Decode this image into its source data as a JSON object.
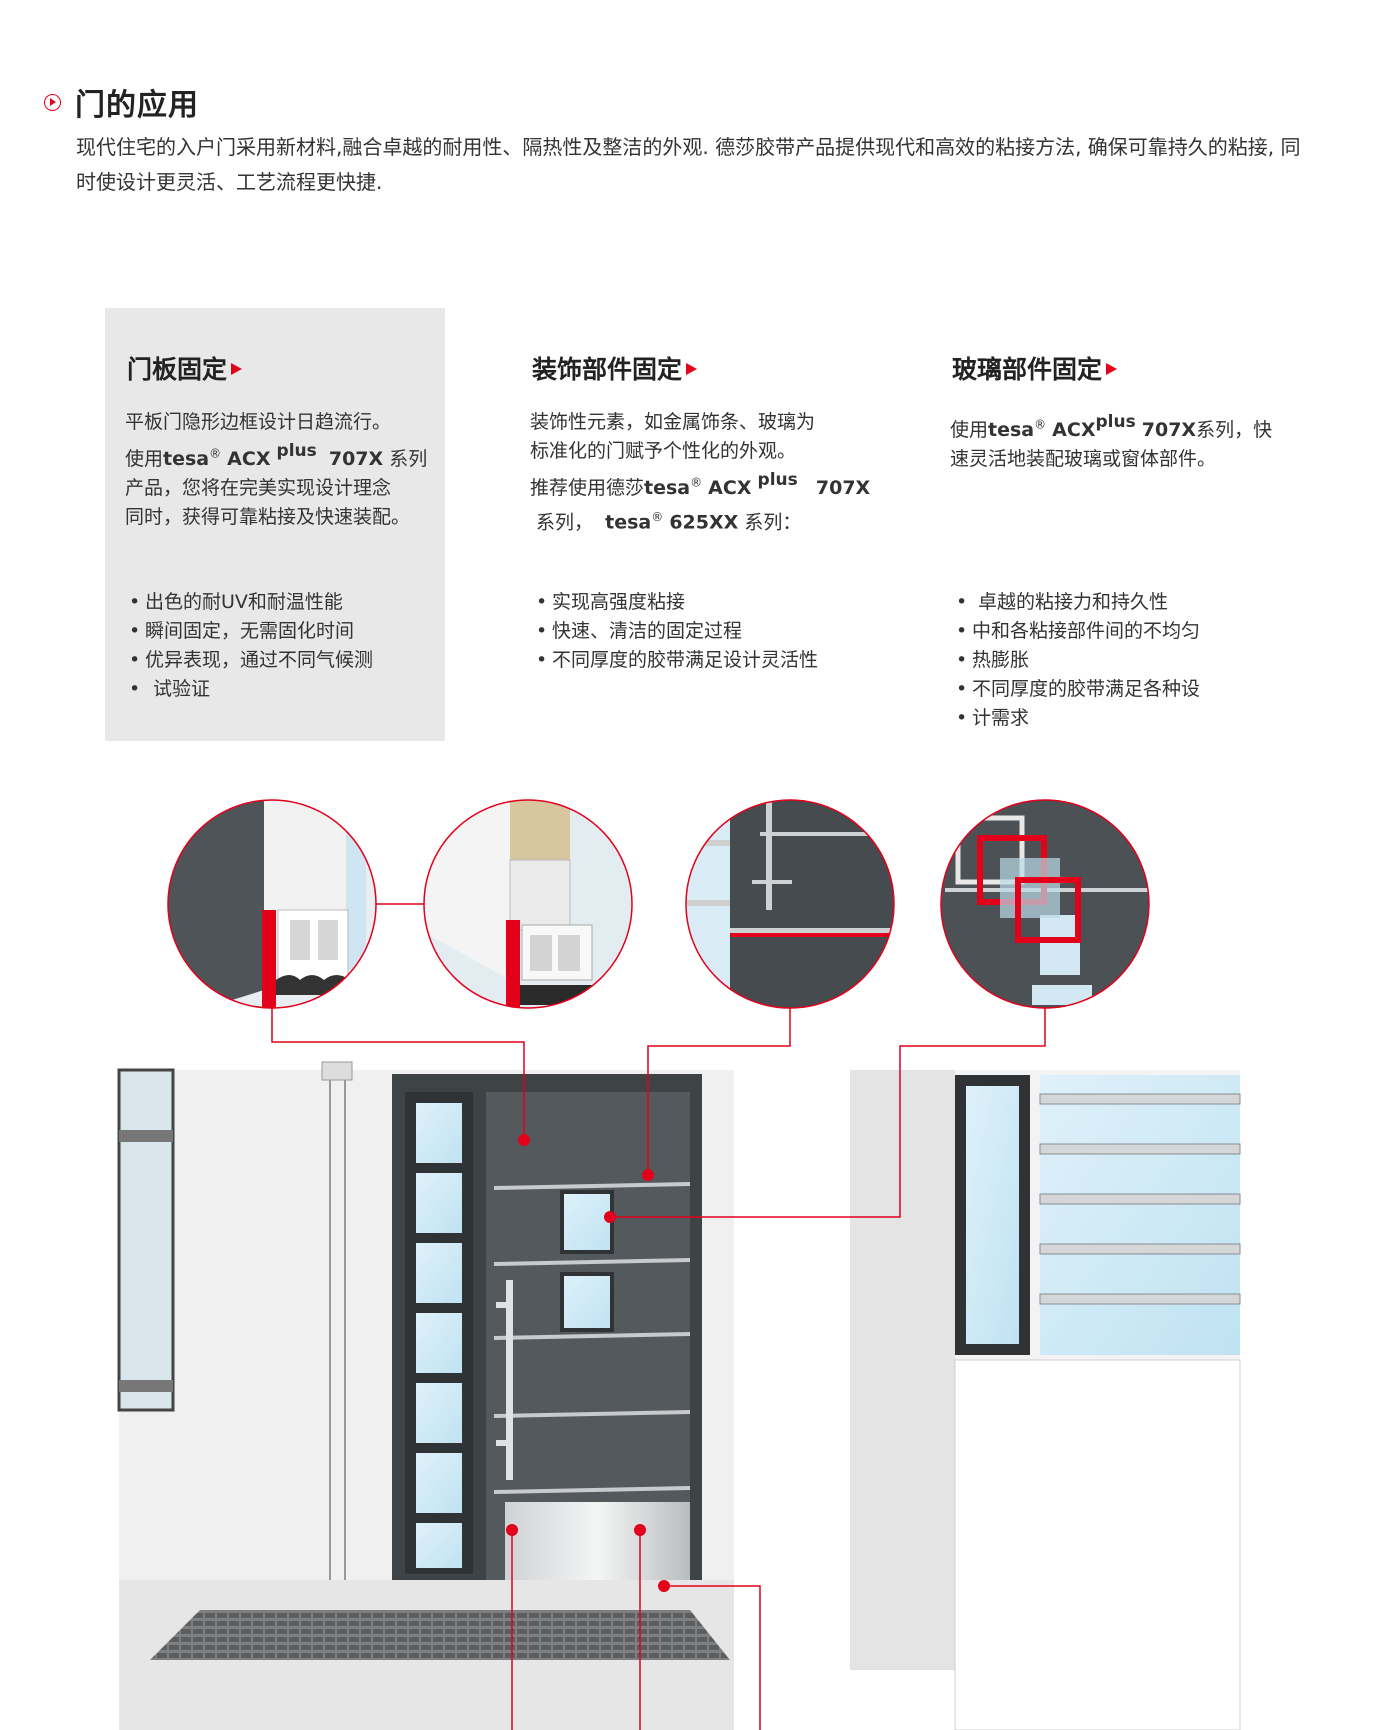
{
  "section": {
    "title": "门的应用",
    "intro": "现代住宅的入户门采用新材料,融合卓越的耐用性、隔热性及整洁的外观. 德莎胶带产品提供现代和高效的粘接方法, 确保可靠持久的粘接, 同时使设计更灵活、工艺流程更快捷."
  },
  "columns": [
    {
      "title": "门板固定",
      "desc_lines": [
        "平板门隐形边框设计日趋流行。",
        "使用|tesa|®|ACX|plus|707X|系列",
        "产品，您将在完美实现设计理念",
        "同时，获得可靠粘接及快速装配。"
      ],
      "line1": "平板门隐形边框设计日趋流行。",
      "line2_pre": "使用",
      "brand": "tesa",
      "reg": "®",
      "acx": "ACX",
      "plus": "plus",
      "code": "707X",
      "line2_post": "系列",
      "line3": "产品，您将在完美实现设计理念",
      "line4": "同时，获得可靠粘接及快速装配。",
      "features": [
        "出色的耐UV和耐温性能",
        "瞬间固定，无需固化时间",
        "优异表现，通过不同气候测",
        "试验证"
      ]
    },
    {
      "title": "装饰部件固定",
      "line1": "装饰性元素，如金属饰条、玻璃为",
      "line2": "标准化的门赋予个性化的外观。",
      "line3_pre": "推荐使用德莎",
      "brand": "tesa",
      "reg": "®",
      "acx": "ACX",
      "plus": "plus",
      "code": "707X",
      "line4_pre": "系列，",
      "brand2": "tesa",
      "reg2": "®",
      "code2": "625XX",
      "line4_post": "系列：",
      "features": [
        "实现高强度粘接",
        "快速、清洁的固定过程",
        "不同厚度的胶带满足设计灵活性"
      ]
    },
    {
      "title": "玻璃部件固定",
      "line1_pre": "使用",
      "brand": "tesa",
      "reg": "®",
      "acx": "ACX",
      "plus": "plus",
      "code": "707X",
      "line1_post": "系列，快",
      "line2": "速灵活地装配玻璃或窗体部件。",
      "features": [
        "卓越的粘接力和持久性",
        "中和各粘接部件间的不均匀",
        "热膨胀",
        "不同厚度的胶带满足各种设",
        "计需求"
      ]
    }
  ],
  "colors": {
    "accent": "#e2001a",
    "panel": "#e8e8e8",
    "door": "#555a5e"
  }
}
